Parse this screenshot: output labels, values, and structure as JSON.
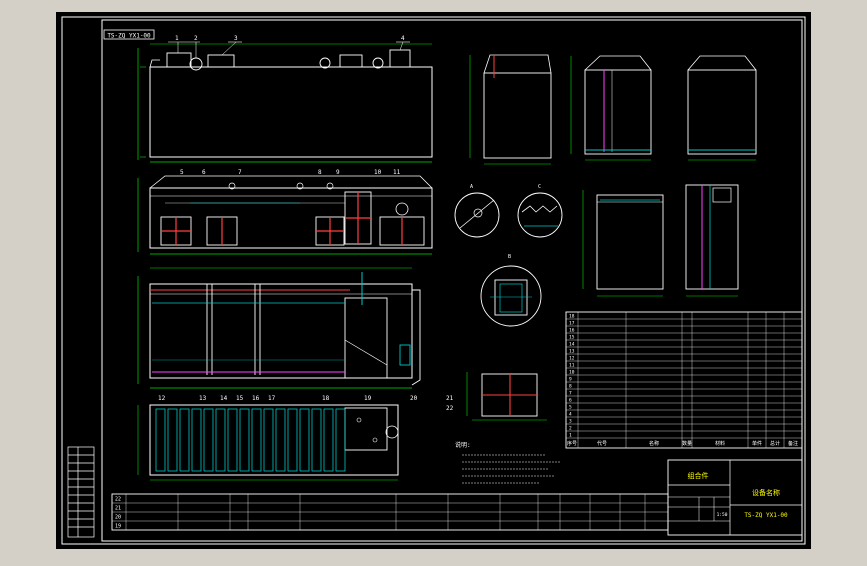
{
  "sheet": {
    "drawing_number": "TS-ZQ YX1-00",
    "colors": {
      "model": "#000000",
      "line": "#ffffff",
      "pipe": "#ff4040",
      "water": "#00c8c8",
      "dim": "#00e000",
      "purple": "#ff40ff",
      "yellow": "#ffff00"
    }
  },
  "callouts": {
    "top": [
      "1",
      "2",
      "3",
      "4"
    ],
    "plan": [
      "5",
      "6",
      "7",
      "8",
      "9",
      "10",
      "11"
    ],
    "lower": [
      "12",
      "13",
      "14",
      "15",
      "16",
      "17",
      "18",
      "19",
      "20",
      "21",
      "22"
    ]
  },
  "details": {
    "a": "A",
    "b": "B",
    "c": "C"
  },
  "notes": {
    "title": "说明:"
  },
  "parts_table": {
    "header": [
      "序号",
      "代号",
      "名称",
      "数量",
      "材料",
      "单件",
      "总计",
      "备注"
    ],
    "rows": [
      [
        "18",
        "",
        "",
        "",
        "",
        "",
        "",
        ""
      ],
      [
        "17",
        "",
        "",
        "",
        "",
        "",
        "",
        ""
      ],
      [
        "16",
        "",
        "",
        "",
        "",
        "",
        "",
        ""
      ],
      [
        "15",
        "",
        "",
        "",
        "",
        "",
        "",
        ""
      ],
      [
        "14",
        "",
        "",
        "",
        "",
        "",
        "",
        ""
      ],
      [
        "13",
        "",
        "",
        "",
        "",
        "",
        "",
        ""
      ],
      [
        "12",
        "",
        "",
        "",
        "",
        "",
        "",
        ""
      ],
      [
        "11",
        "",
        "",
        "",
        "",
        "",
        "",
        ""
      ],
      [
        "10",
        "",
        "",
        "",
        "",
        "",
        "",
        ""
      ],
      [
        "9",
        "",
        "",
        "",
        "",
        "",
        "",
        ""
      ],
      [
        "8",
        "",
        "",
        "",
        "",
        "",
        "",
        ""
      ],
      [
        "7",
        "",
        "",
        "",
        "",
        "",
        "",
        ""
      ],
      [
        "6",
        "",
        "",
        "",
        "",
        "",
        "",
        ""
      ],
      [
        "5",
        "",
        "",
        "",
        "",
        "",
        "",
        ""
      ],
      [
        "4",
        "",
        "",
        "",
        "",
        "",
        "",
        ""
      ],
      [
        "3",
        "",
        "",
        "",
        "",
        "",
        "",
        ""
      ],
      [
        "2",
        "",
        "",
        "",
        "",
        "",
        "",
        ""
      ],
      [
        "1",
        "",
        "",
        "",
        "",
        "",
        "",
        ""
      ]
    ]
  },
  "lower_table": {
    "rows": [
      [
        "22",
        "",
        "",
        "",
        "",
        "",
        "",
        ""
      ],
      [
        "21",
        "",
        "",
        "",
        "",
        "",
        "",
        ""
      ],
      [
        "20",
        "",
        "",
        "",
        "",
        "",
        "",
        ""
      ],
      [
        "19",
        "",
        "",
        "",
        "",
        "",
        "",
        ""
      ]
    ]
  },
  "title_block": {
    "assembly": "组合件",
    "name": "设备名称",
    "code": "TS-ZQ YX1-00",
    "ratio": "1:50"
  }
}
